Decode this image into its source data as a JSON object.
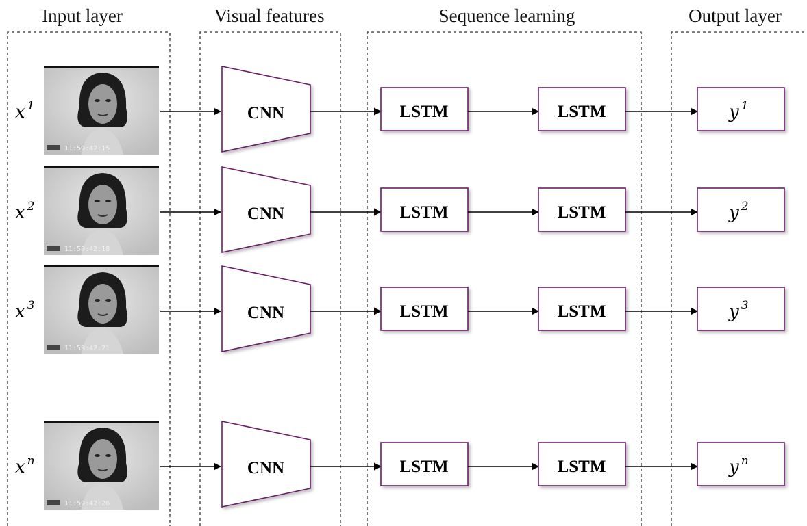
{
  "columns": {
    "input": "Input layer",
    "visual": "Visual features",
    "sequence": "Sequence learning",
    "output": "Output layer"
  },
  "rows": [
    {
      "input_label": "x",
      "input_sup": "1",
      "frame_timestamp": "11:59:42:15",
      "cnn_label": "CNN",
      "lstm1_label": "LSTM",
      "lstm2_label": "LSTM",
      "output_label": "y",
      "output_sup": "1"
    },
    {
      "input_label": "x",
      "input_sup": "2",
      "frame_timestamp": "11:59:42:18",
      "cnn_label": "CNN",
      "lstm1_label": "LSTM",
      "lstm2_label": "LSTM",
      "output_label": "y",
      "output_sup": "2"
    },
    {
      "input_label": "x",
      "input_sup": "3",
      "frame_timestamp": "11:59:42:21",
      "cnn_label": "CNN",
      "lstm1_label": "LSTM",
      "lstm2_label": "LSTM",
      "output_label": "y",
      "output_sup": "3"
    },
    {
      "input_label": "x",
      "input_sup": "n",
      "frame_timestamp": "11:59:42:26",
      "cnn_label": "CNN",
      "lstm1_label": "LSTM",
      "lstm2_label": "LSTM",
      "output_label": "y",
      "output_sup": "n"
    }
  ],
  "colors": {
    "box_border": "#6b1f6b",
    "line": "#000000",
    "dashed": "#333333"
  }
}
